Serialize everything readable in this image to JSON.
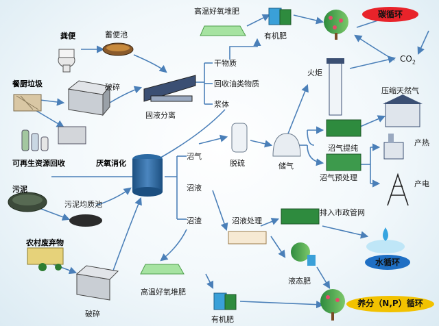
{
  "nodes": {
    "fenbian": "粪便",
    "xubianchi": "蓄便池",
    "canchu": "餐厨垃圾",
    "posui_top": "破碎",
    "guye": "固液分离",
    "kezaisheng": "可再生资源回收",
    "ganwuzhi": "干物质",
    "huishou_oil": "回收油类物质",
    "jiangti": "浆体",
    "gaowen_top": "高温好氧堆肥",
    "youjifei_top": "有机肥",
    "tanxunhuan": "碳循环",
    "co2": "CO",
    "co2_sub": "2",
    "huoju": "火炬",
    "yasuo": "压缩天然气",
    "chanre": "产热",
    "chandian": "产电",
    "yanyang": "厌氧消化",
    "zhaoqi": "沼气",
    "tuoliu": "脱硫",
    "chuqi": "储气",
    "zhaoqi_tichun": "沼气提纯",
    "zhaoqi_yuchuli": "沼气预处理",
    "zhaoye": "沼液",
    "zhaozha": "沼渣",
    "zhaoye_chuli": "沼液处理",
    "paiiru": "排入市政管网",
    "shuixunhuan": "水循环",
    "wuni": "污泥",
    "wuni_chi": "污泥均质池",
    "nongcun": "农村废弃物",
    "posui_bottom": "破碎",
    "gaowen_bottom": "高温好氧堆肥",
    "youjifei_bottom": "有机肥",
    "yetaifei": "液态肥",
    "yangfen": "养分（N,P）循环"
  },
  "colors": {
    "arrow": "#4a7fb8",
    "red_pill": "#e8232a",
    "blue_pill": "#1f6fc4",
    "yellow_pill": "#f2c200"
  }
}
